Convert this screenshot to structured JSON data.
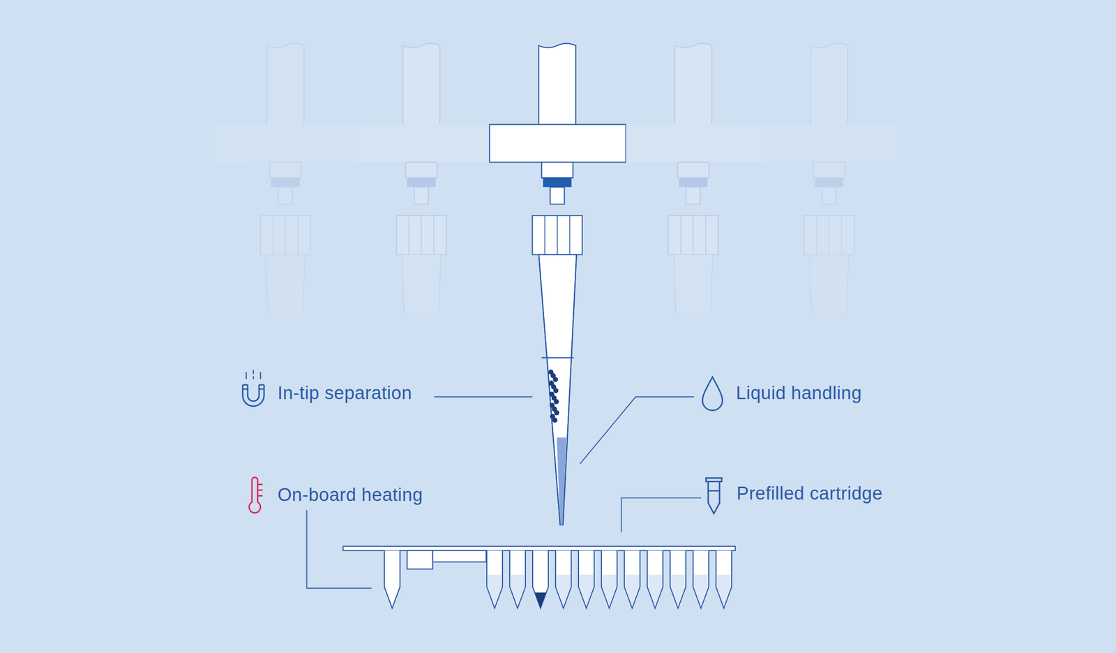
{
  "diagram": {
    "labels": [
      "In-tip separation",
      "Liquid handling",
      "On-board heating",
      "Prefilled cartridge"
    ]
  }
}
